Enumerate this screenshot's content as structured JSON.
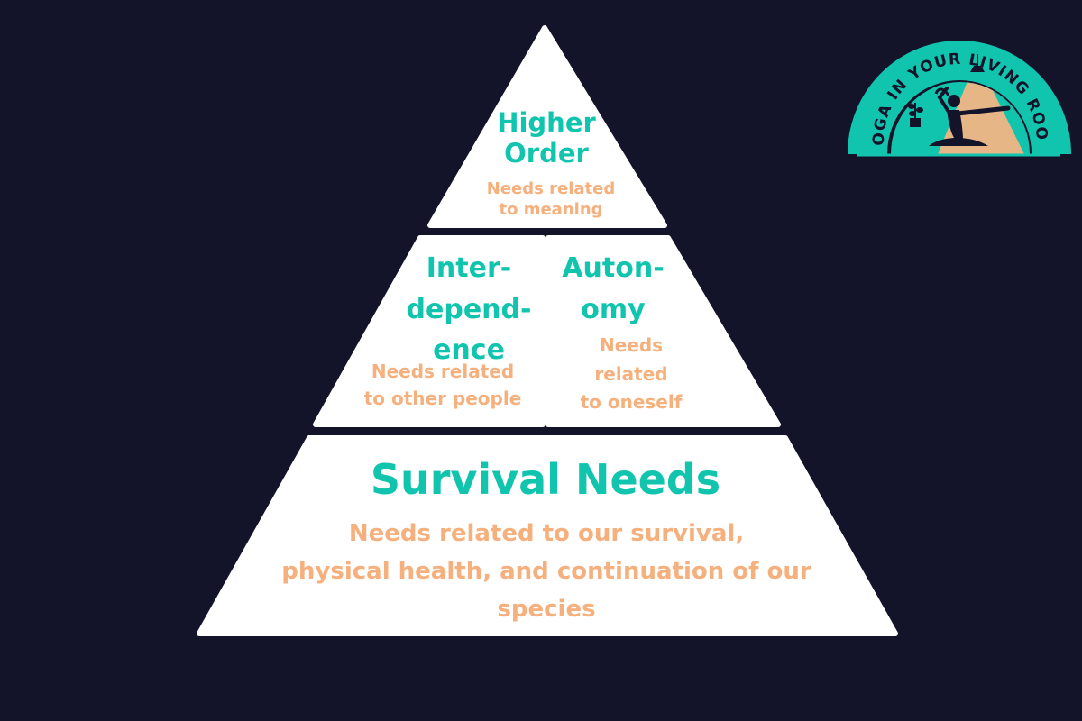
{
  "logo": {
    "text": "YOGA IN YOUR LIVING ROOM",
    "icon": "yoga-figure-icon"
  },
  "colors": {
    "background": "#13132a",
    "tile": "#ffffff",
    "title": "#11c4ae",
    "description": "#f6b07d"
  },
  "pyramid": {
    "top": {
      "title_line1": "Higher",
      "title_line2": "Order",
      "desc_line1": "Needs related",
      "desc_line2": "to meaning"
    },
    "middle_left": {
      "title_line1": "Inter-",
      "title_line2": "depend-",
      "title_line3": "ence",
      "desc_line1": "Needs related",
      "desc_line2": "to other people"
    },
    "middle_right": {
      "title_line1": "Auton-",
      "title_line2": "omy",
      "desc_line1": "Needs",
      "desc_line2": "related",
      "desc_line3": "to oneself"
    },
    "bottom": {
      "title": "Survival Needs",
      "desc_line1": "Needs related to our survival,",
      "desc_line2": "physical health, and continuation of our",
      "desc_line3": "species"
    }
  }
}
